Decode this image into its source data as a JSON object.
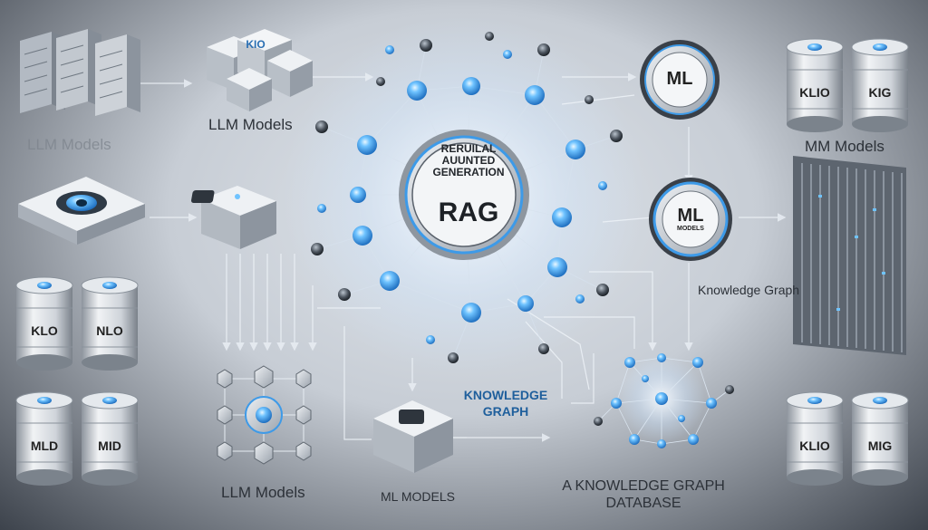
{
  "core": {
    "line1": "RERUILAL",
    "line2": "AUUNTED",
    "line3": "GENERATION",
    "acronym": "RAG"
  },
  "hubs": {
    "ml_top": "ML",
    "ml_mid": "ML",
    "ml_mid_sub": "MODELS",
    "box_top_cube": "KIO"
  },
  "labels": {
    "llm_models_top": "LLM Models",
    "llm_models_ghost": "LLM Models",
    "mm_models": "MM Models",
    "knowledge_graph_right": "Knowledge Graph",
    "knowledge_graph_center_1": "KNOWLEDGE",
    "knowledge_graph_center_2": "GRAPH",
    "llm_models_bottom": "LLM Models",
    "ml_models_bottom": "ML MODELS",
    "kg_database_1": "A KNOWLEDGE GRAPH",
    "kg_database_2": "DATABASE"
  },
  "drums": {
    "left_mid_a": "KLO",
    "left_mid_b": "NLO",
    "left_bot_a": "MLD",
    "left_bot_b": "MID",
    "right_top_a": "KLIO",
    "right_top_b": "KIG",
    "right_bot_a": "KLIO",
    "right_bot_b": "MIG"
  },
  "colors": {
    "accent": "#3d9ae8",
    "glow": "#6fc3ff",
    "metal": "#c9ced5",
    "dark": "#2f343b"
  }
}
